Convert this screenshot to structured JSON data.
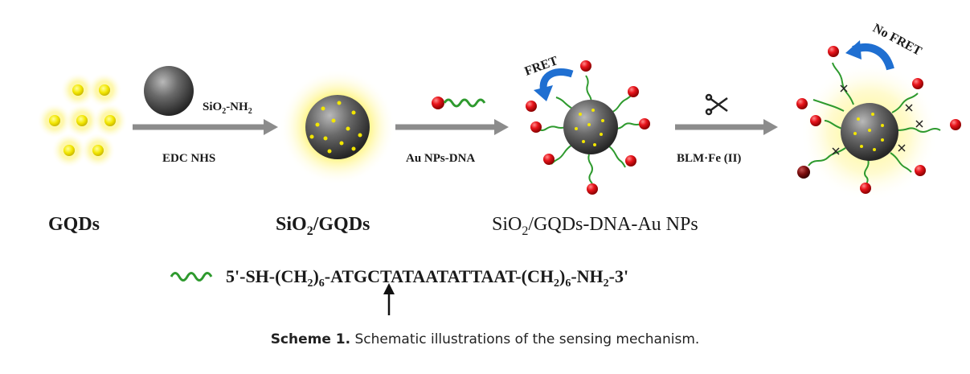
{
  "labels": {
    "gqds": "GQDs",
    "sio2_gqds_main": "SiO",
    "sio2_gqds_sub": "2",
    "sio2_gqds_rest": "/GQDs",
    "final_main": "SiO",
    "final_sub": "2",
    "final_rest": "/GQDs-DNA-Au NPs"
  },
  "arrows": {
    "a1_top_main": "SiO",
    "a1_top_sub": "2",
    "a1_top_rest": "-NH",
    "a1_top_sub2": "2",
    "a1_bottom": "EDC  NHS",
    "a2_bottom": "Au NPs-DNA",
    "a3_bottom": "BLM·Fe (II)"
  },
  "fret": {
    "fret_label": "FRET",
    "no_fret_label": "No FRET"
  },
  "sequence": {
    "p1": "5'-SH-(CH",
    "s1": "2",
    "p2": ")",
    "s2": "6",
    "p3": "-AT",
    "p4": "GCTATAATATTAAT-(CH",
    "s3": "2",
    "p5": ")",
    "s4": "6",
    "p6": "-NH",
    "s5": "2",
    "p7": "-3'"
  },
  "caption": {
    "label": "Scheme 1.",
    "text": " Schematic illustrations of the sensing mechanism."
  },
  "colors": {
    "arrow_gray": "#8c8c8c",
    "sphere_dark": "#3a3a3a",
    "gqd_yellow": "#f2e600",
    "glow_yellow": "#fff200",
    "au_red": "#e8141b",
    "dna_green": "#2e9a2e",
    "fret_blue": "#1f6fd1"
  }
}
